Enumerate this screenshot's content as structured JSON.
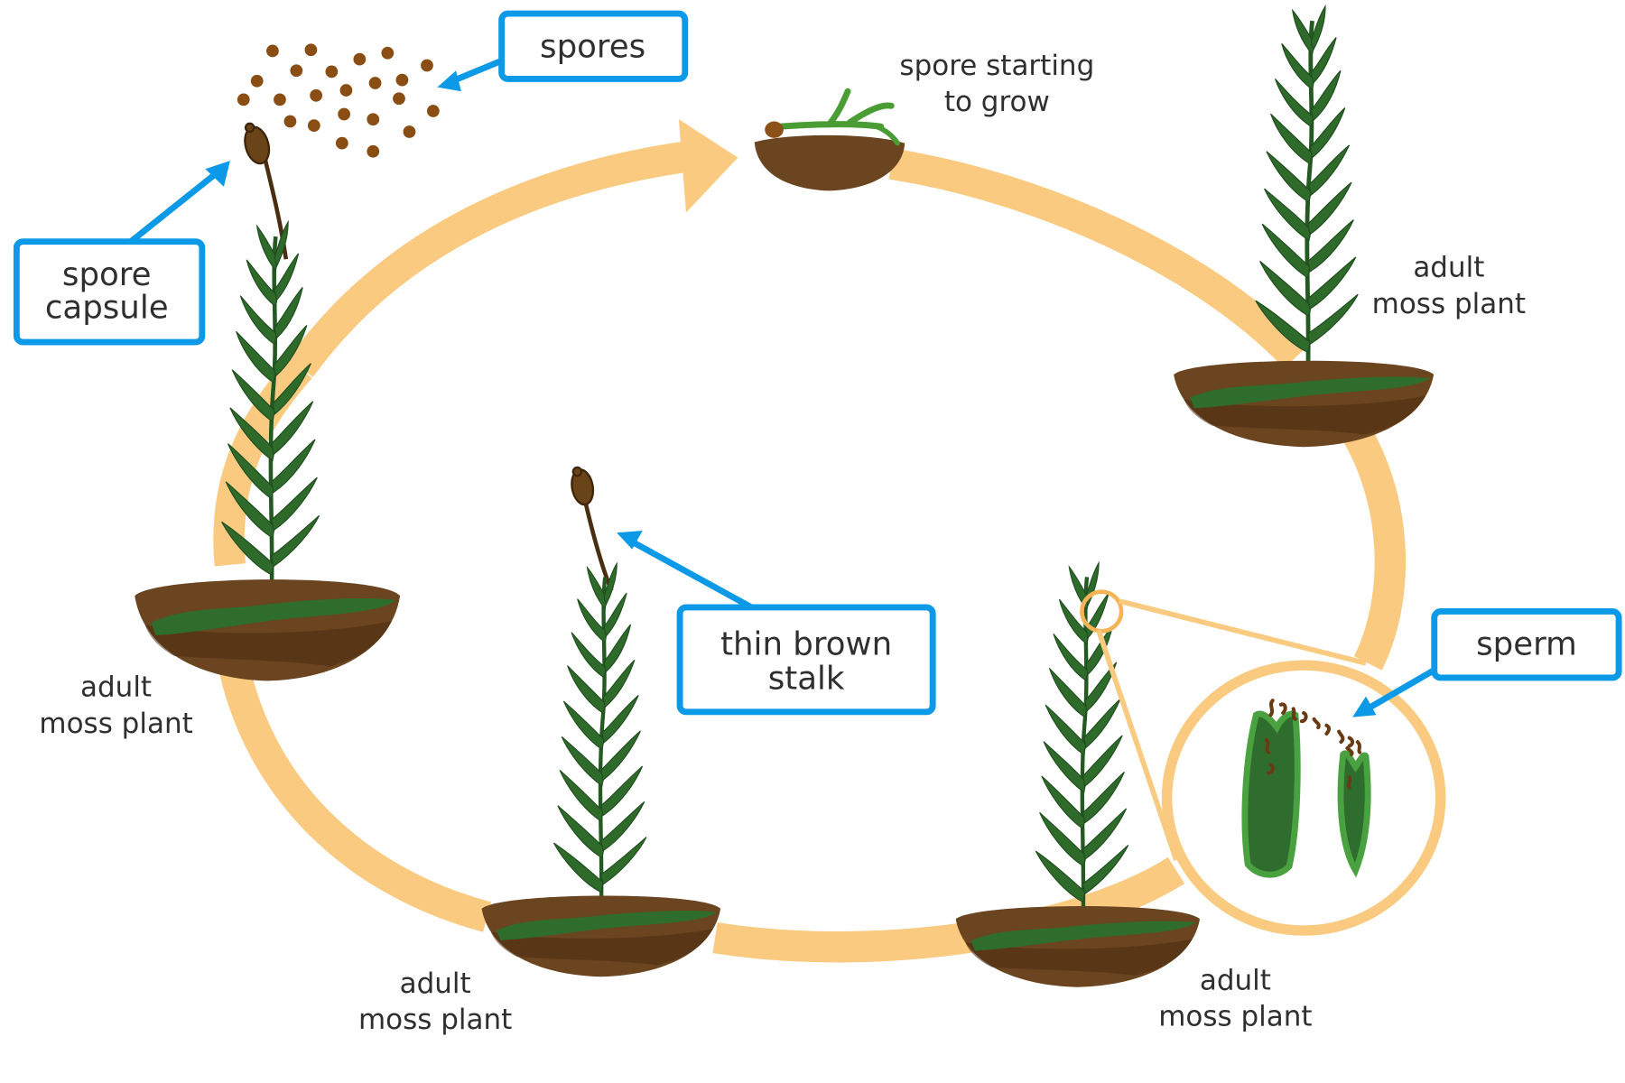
{
  "diagram": {
    "title": "Moss life cycle",
    "colors": {
      "cycle_arrow": "#f9ca80",
      "callout": "#0b99e8",
      "text": "#2f2f2f",
      "leaf": "#2e6b2b",
      "soil": "#6b4420",
      "spore": "#8a4d14"
    },
    "callouts": {
      "spores": "spores",
      "spore_capsule_line1": "spore",
      "spore_capsule_line2": "capsule",
      "thin_brown_stalk_line1": "thin brown",
      "thin_brown_stalk_line2": "stalk",
      "sperm": "sperm"
    },
    "stages": {
      "spore_growing_line1": "spore starting",
      "spore_growing_line2": "to grow",
      "adult_top_right_line1": "adult",
      "adult_top_right_line2": "moss plant",
      "adult_left_line1": "adult",
      "adult_left_line2": "moss plant",
      "adult_bottom_line1": "adult",
      "adult_bottom_line2": "moss plant",
      "adult_bottom_right_line1": "adult",
      "adult_bottom_right_line2": "moss plant"
    },
    "cycle_order": [
      "spore starting to grow",
      "adult moss plant",
      "adult moss plant (sperm released)",
      "adult moss plant (thin brown stalk)",
      "adult moss plant (spore capsule releasing spores)"
    ]
  }
}
